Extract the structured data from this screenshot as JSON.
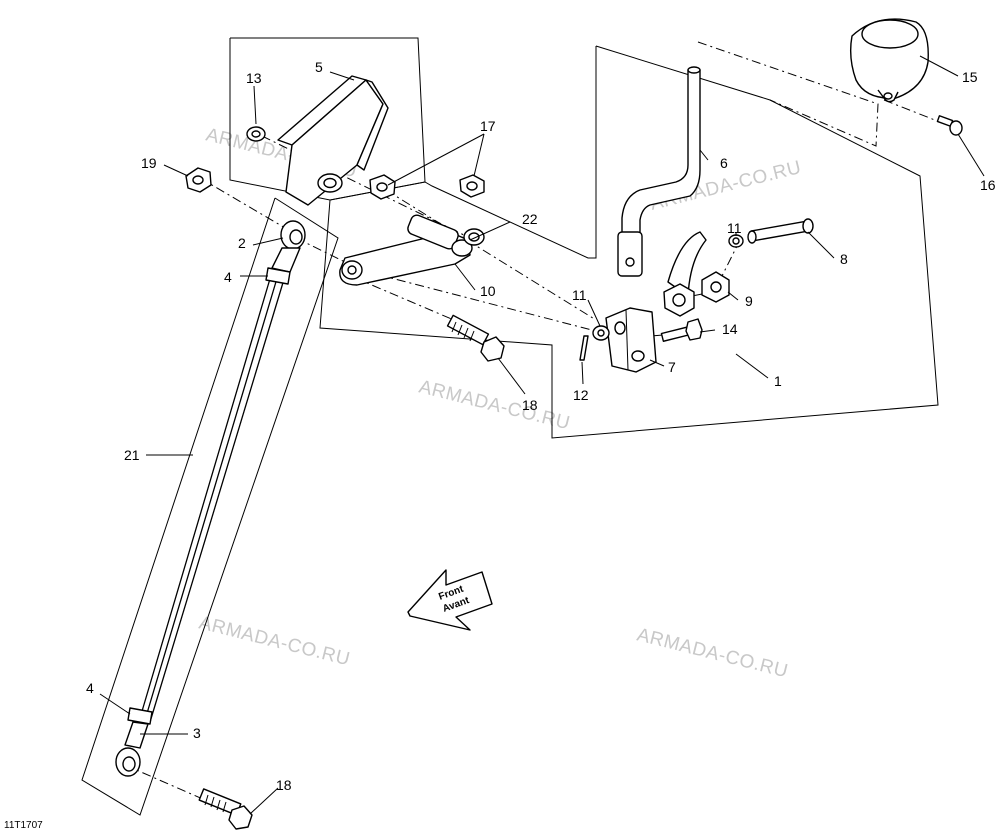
{
  "watermark": "ARMADA-CO.RU",
  "drawing_code": "11T1707",
  "front_arrow": {
    "line1": "Front",
    "line2": "Avant"
  },
  "callouts": {
    "c1": "1",
    "c2": "2",
    "c3": "3",
    "c4a": "4",
    "c4b": "4",
    "c5": "5",
    "c6": "6",
    "c7": "7",
    "c8": "8",
    "c9": "9",
    "c10": "10",
    "c11a": "11",
    "c11b": "11",
    "c12": "12",
    "c13": "13",
    "c14": "14",
    "c15": "15",
    "c16": "16",
    "c17": "17",
    "c18a": "18",
    "c18b": "18",
    "c19": "19",
    "c21": "21",
    "c22": "22"
  }
}
